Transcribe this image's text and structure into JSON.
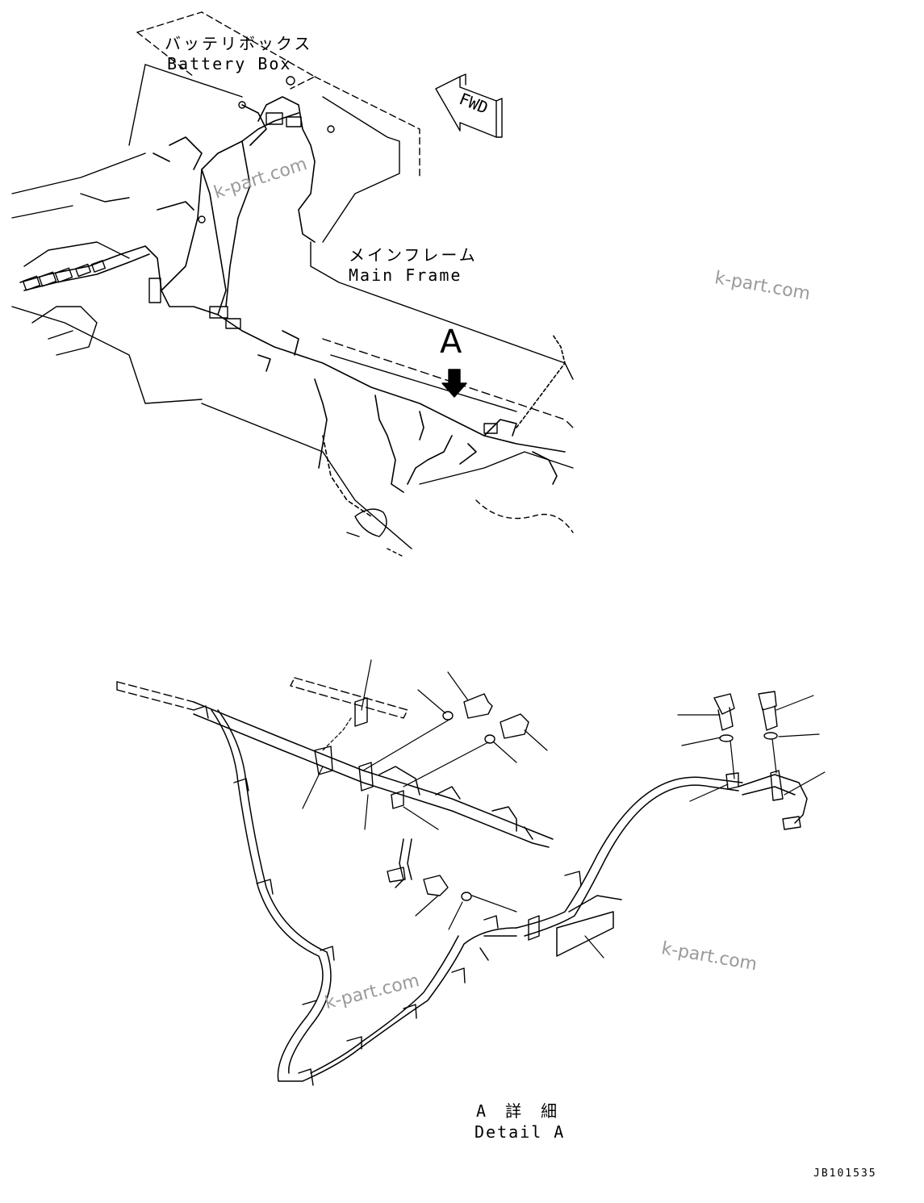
{
  "labels": {
    "battery_box_jp": "バッテリボックス",
    "battery_box_en": "Battery Box",
    "main_frame_jp": "メインフレーム",
    "main_frame_en": "Main Frame",
    "fwd": "FWD",
    "view_letter": "A",
    "detail_jp": "A 詳 細",
    "detail_en": "Detail A",
    "drawing_code": "JB101535"
  },
  "watermarks": [
    "k-part.com",
    "k-part.com",
    "k-part.com",
    "k-part.com"
  ]
}
